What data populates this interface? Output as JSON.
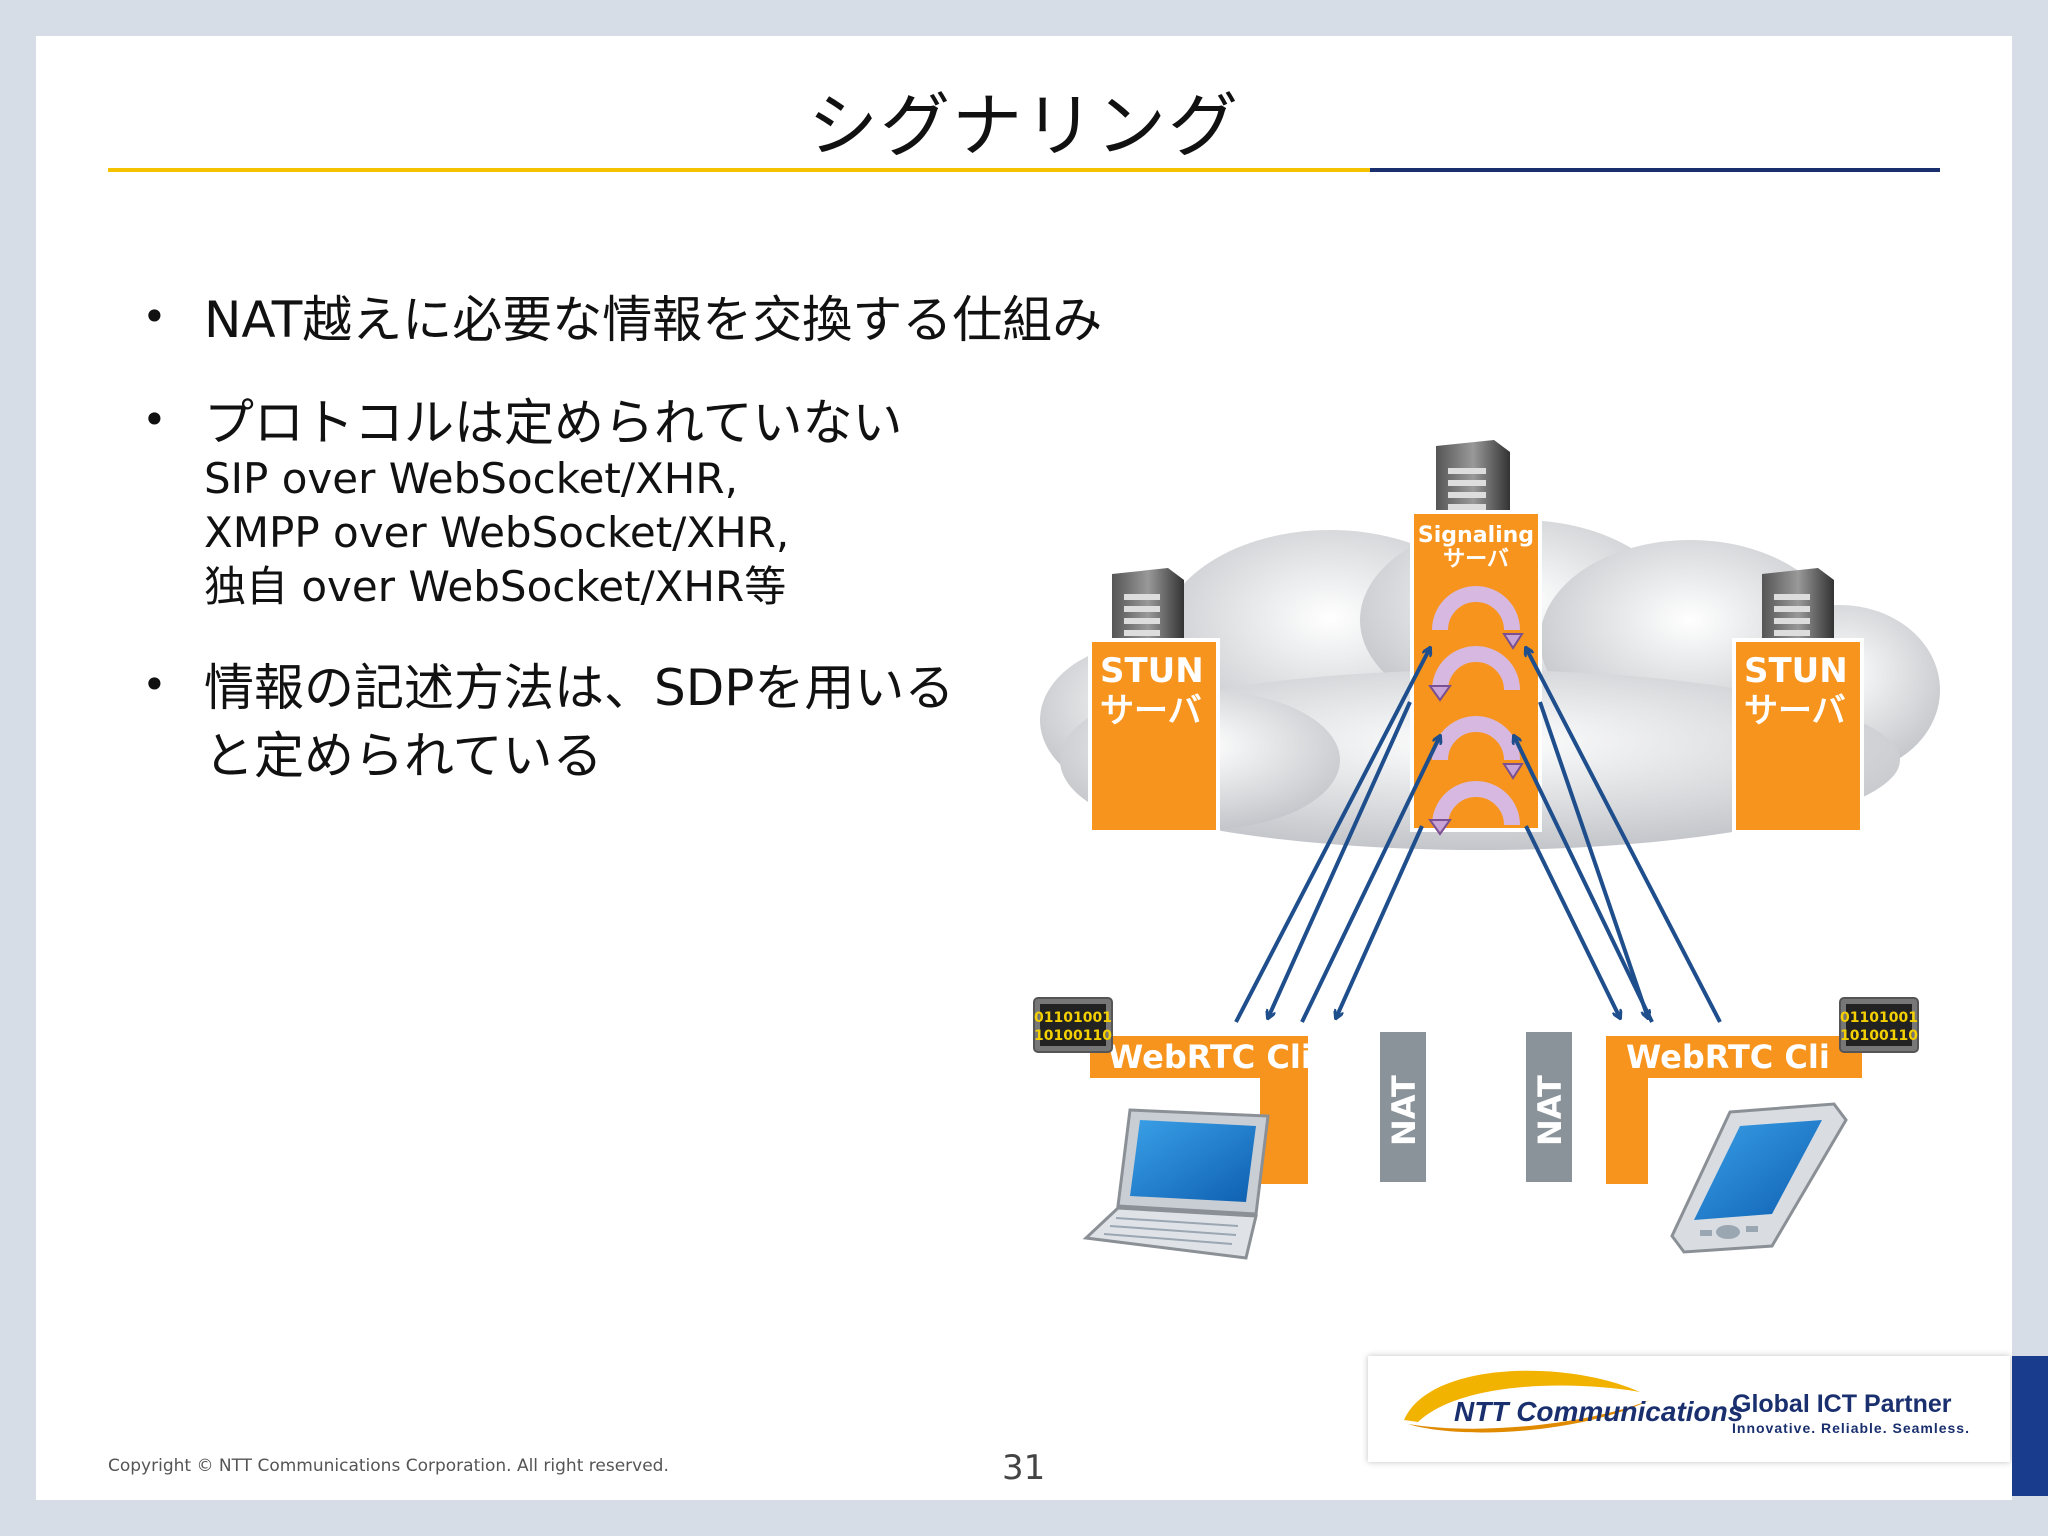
{
  "slide": {
    "title": "シグナリング",
    "bullets": [
      {
        "text": "NAT越えに必要な情報を交換する仕組み"
      },
      {
        "text": "プロトコルは定められていない",
        "sub": [
          "SIP over WebSocket/XHR,",
          "XMPP over WebSocket/XHR,",
          "独自 over WebSocket/XHR等"
        ]
      },
      {
        "lines": [
          "情報の記述方法は、SDPを用いる",
          "と定められている"
        ]
      }
    ],
    "bullet_char": "•",
    "copyright": "Copyright © NTT Communications Corporation. All right reserved.",
    "page_number": "31"
  },
  "diagram": {
    "signaling_label": [
      "Signaling",
      "サーバ"
    ],
    "stun_label": [
      "STUN",
      "サーバ"
    ],
    "client_label": "WebRTC Cli",
    "nat_label": "NAT",
    "binary_rows": [
      "01101001",
      "10100110"
    ]
  },
  "footer_logo": {
    "company": "NTT Communications",
    "tagline": "Global ICT Partner",
    "subtagline": "Innovative. Reliable. Seamless."
  },
  "colors": {
    "orange": "#f7941d",
    "nat_gray": "#8a9399",
    "arrow_blue": "#1f4e8c",
    "yellow_rule": "#f5c200",
    "navy_rule": "#1a2f6e"
  }
}
